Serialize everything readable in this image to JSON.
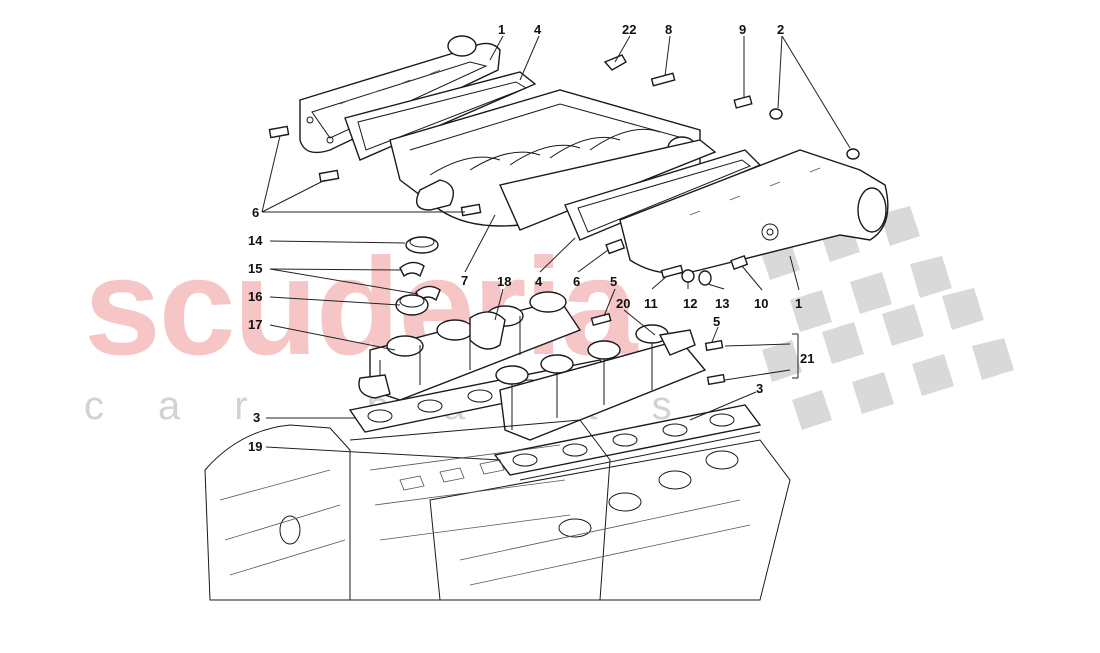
{
  "watermark": {
    "brand": "scuderia",
    "subtitle": "car parts"
  },
  "callouts": [
    {
      "id": "c1a",
      "text": "1"
    },
    {
      "id": "c4a",
      "text": "4"
    },
    {
      "id": "c22",
      "text": "22"
    },
    {
      "id": "c8",
      "text": "8"
    },
    {
      "id": "c9",
      "text": "9"
    },
    {
      "id": "c2",
      "text": "2"
    },
    {
      "id": "c6a",
      "text": "6"
    },
    {
      "id": "c14",
      "text": "14"
    },
    {
      "id": "c15",
      "text": "15"
    },
    {
      "id": "c16",
      "text": "16"
    },
    {
      "id": "c17",
      "text": "17"
    },
    {
      "id": "c3a",
      "text": "3"
    },
    {
      "id": "c19",
      "text": "19"
    },
    {
      "id": "c7",
      "text": "7"
    },
    {
      "id": "c18",
      "text": "18"
    },
    {
      "id": "c4b",
      "text": "4"
    },
    {
      "id": "c6b",
      "text": "6"
    },
    {
      "id": "c5a",
      "text": "5"
    },
    {
      "id": "c20",
      "text": "20"
    },
    {
      "id": "c11",
      "text": "11"
    },
    {
      "id": "c12",
      "text": "12"
    },
    {
      "id": "c13",
      "text": "13"
    },
    {
      "id": "c10",
      "text": "10"
    },
    {
      "id": "c1b",
      "text": "1"
    },
    {
      "id": "c5b",
      "text": "5"
    },
    {
      "id": "c21",
      "text": "21"
    },
    {
      "id": "c3b",
      "text": "3"
    }
  ]
}
